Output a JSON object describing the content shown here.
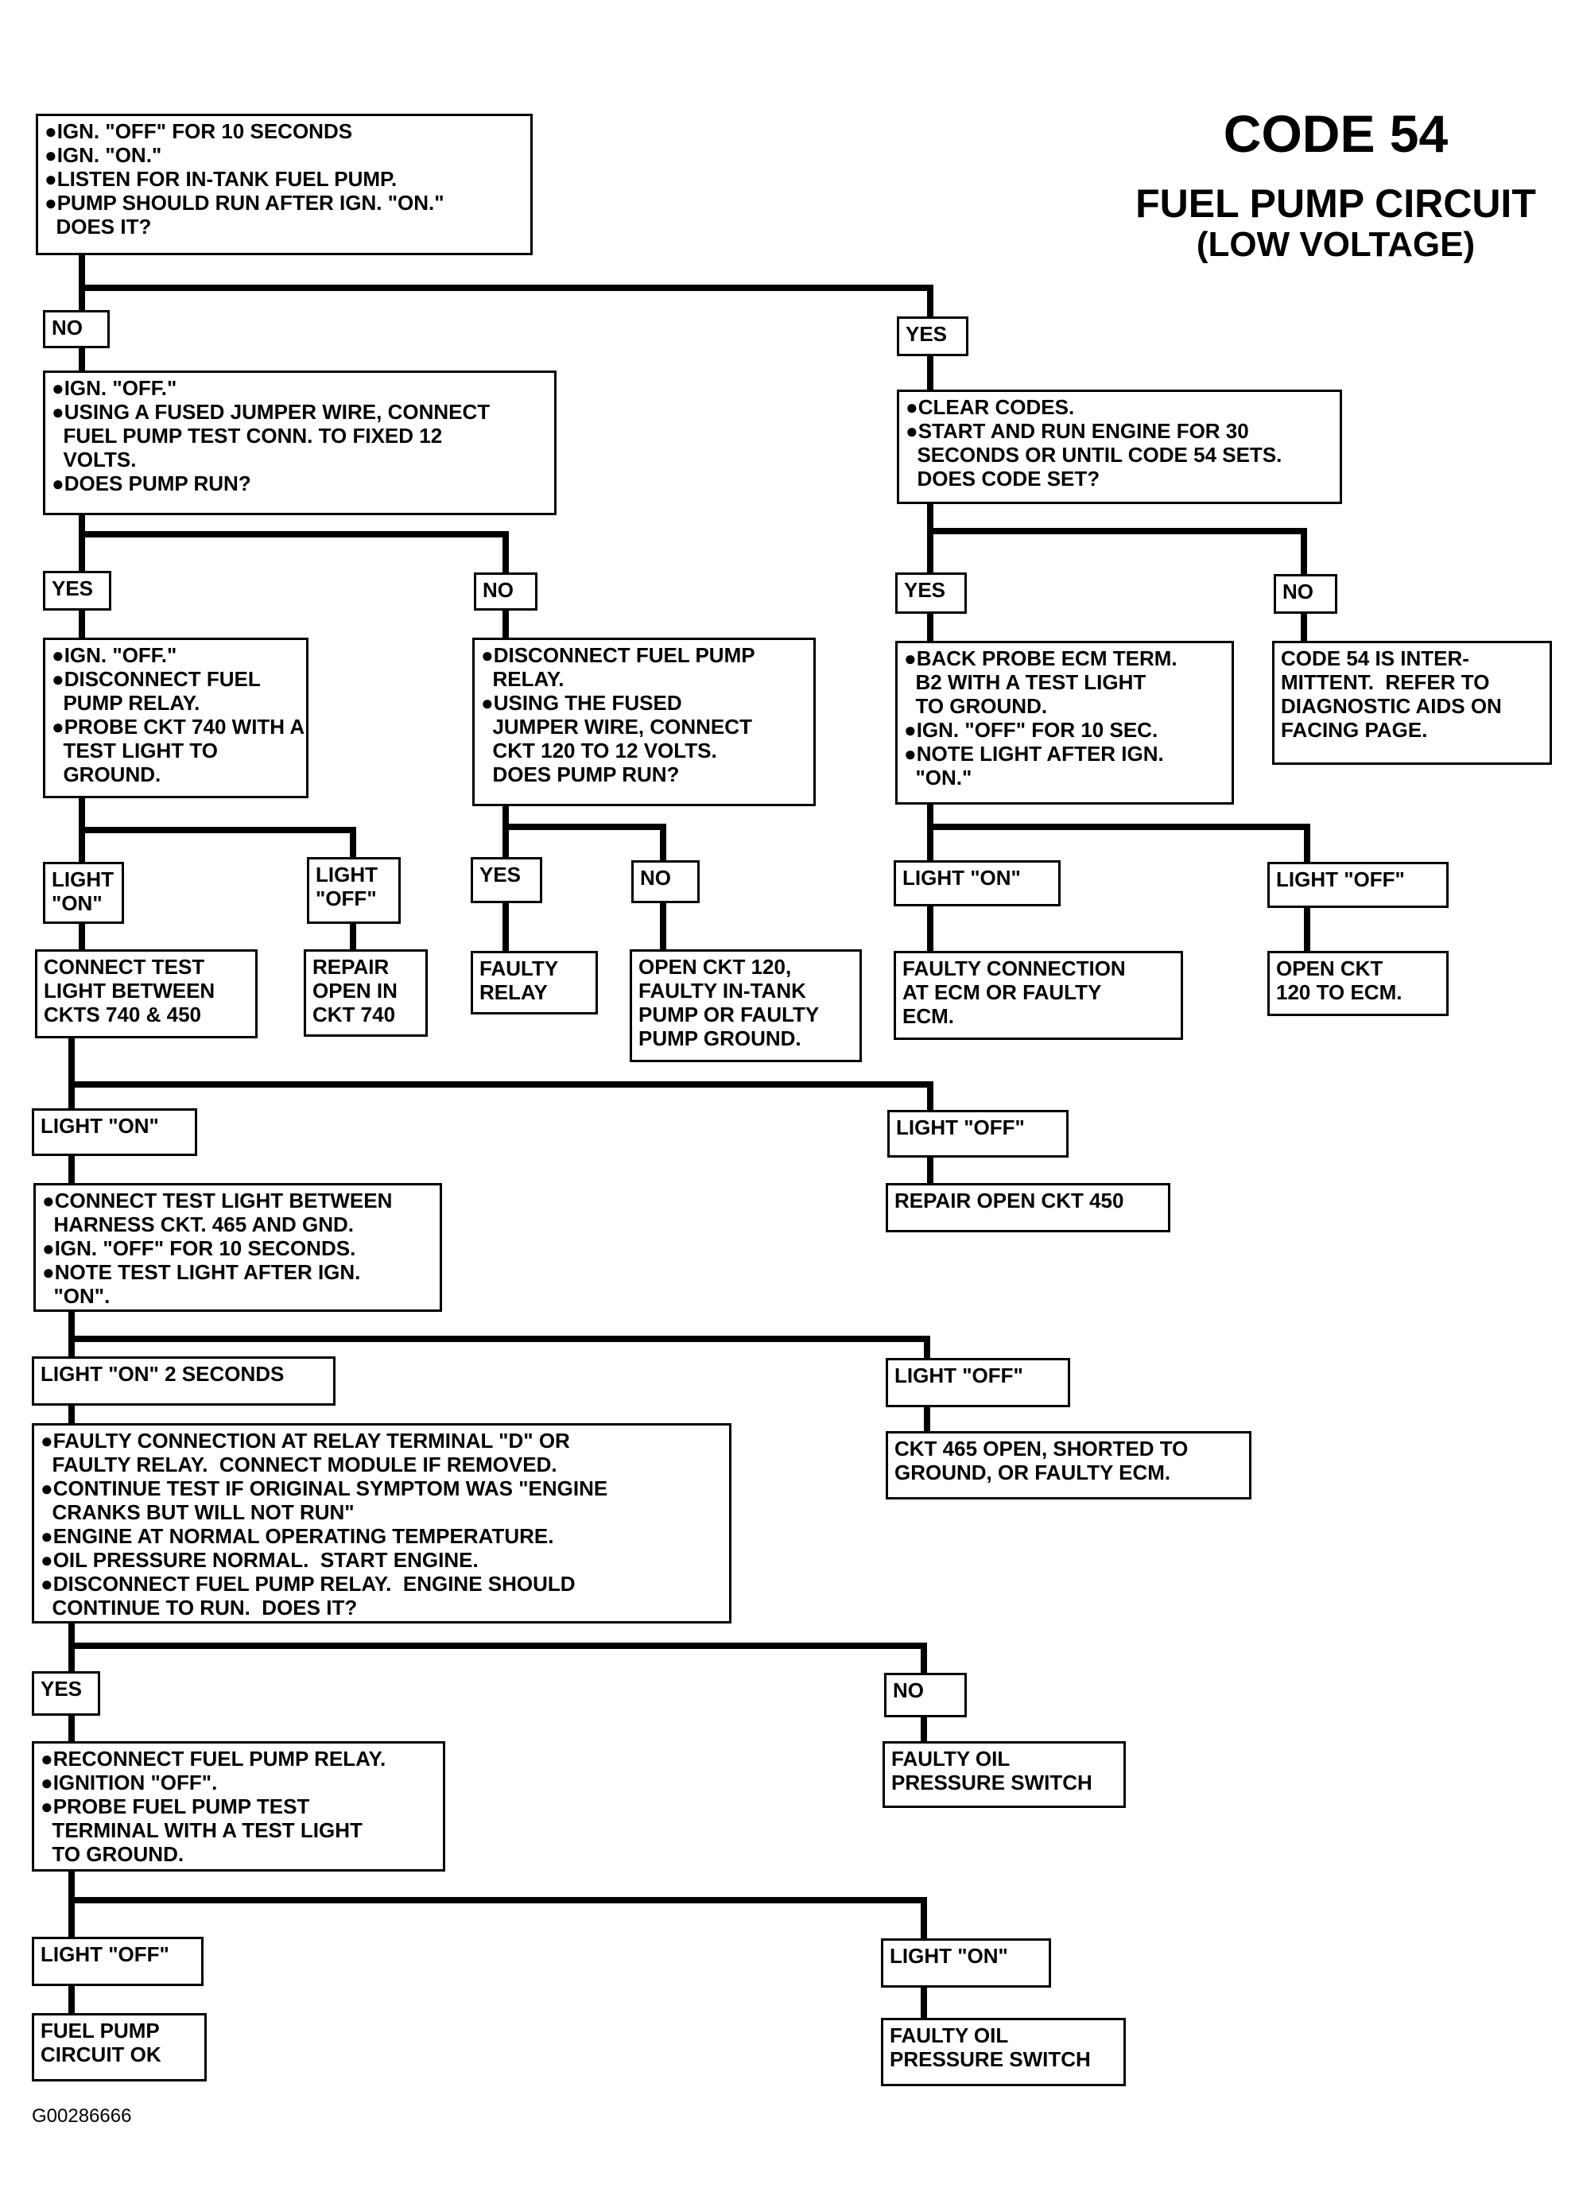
{
  "header": {
    "code": "CODE 54",
    "title_line1": "FUEL PUMP CIRCUIT",
    "title_line2": "(LOW VOLTAGE)"
  },
  "figure_id": "G00286666",
  "nodes": {
    "start": "●IGN. \"OFF\" FOR 10 SECONDS\n●IGN. \"ON.\"\n●LISTEN FOR IN-TANK FUEL PUMP.\n●PUMP SHOULD RUN AFTER IGN. \"ON.\"\n  DOES IT?",
    "no1": "NO",
    "yes1": "YES",
    "jumper_test": "●IGN. \"OFF.\"\n●USING A FUSED JUMPER WIRE, CONNECT\n  FUEL PUMP TEST CONN. TO FIXED 12\n  VOLTS.\n●DOES PUMP RUN?",
    "clear_codes": "●CLEAR CODES.\n●START AND RUN ENGINE FOR 30\n  SECONDS OR UNTIL CODE 54 SETS.\n  DOES CODE SET?",
    "yes2": "YES",
    "no2": "NO",
    "yes3": "YES",
    "no3": "NO",
    "probe_740": "●IGN. \"OFF.\"\n●DISCONNECT FUEL\n  PUMP RELAY.\n●PROBE CKT 740 WITH A\n  TEST LIGHT TO\n  GROUND.",
    "relay_test": "●DISCONNECT FUEL PUMP\n  RELAY.\n●USING THE FUSED\n  JUMPER WIRE, CONNECT\n  CKT 120 TO 12 VOLTS.\n  DOES PUMP RUN?",
    "back_probe": "●BACK PROBE ECM TERM.\n  B2 WITH A TEST LIGHT\n  TO GROUND.\n●IGN. \"OFF\" FOR 10 SEC.\n●NOTE LIGHT AFTER IGN.\n  \"ON.\"",
    "intermittent": "CODE 54 IS INTER-\nMITTENT.  REFER TO\nDIAGNOSTIC AIDS ON\nFACING PAGE.",
    "light_on_a": "LIGHT\n\"ON\"",
    "light_off_a": "LIGHT\n\"OFF\"",
    "yes4": "YES",
    "no4": "NO",
    "light_on_b": "LIGHT \"ON\"",
    "light_off_b": "LIGHT \"OFF\"",
    "connect_740_450": "CONNECT TEST\nLIGHT BETWEEN\nCKTS 740 & 450",
    "repair_740": "REPAIR\nOPEN IN\nCKT 740",
    "faulty_relay": "FAULTY\nRELAY",
    "open_120": "OPEN CKT 120,\nFAULTY IN-TANK\nPUMP OR FAULTY\nPUMP GROUND.",
    "faulty_ecm_conn": "FAULTY CONNECTION\nAT ECM OR FAULTY\nECM.",
    "open_120_ecm": "OPEN CKT\n120 TO ECM.",
    "light_on_c": "LIGHT \"ON\"",
    "light_off_c": "LIGHT \"OFF\"",
    "harness_465": "●CONNECT TEST LIGHT BETWEEN\n  HARNESS CKT. 465 AND GND.\n●IGN. \"OFF\" FOR 10 SECONDS.\n●NOTE TEST LIGHT AFTER IGN.\n  \"ON\".",
    "repair_450": "REPAIR OPEN CKT 450",
    "light_on_2s": "LIGHT \"ON\" 2 SECONDS",
    "light_off_d": "LIGHT \"OFF\"",
    "relay_terminal_d": "●FAULTY CONNECTION AT RELAY TERMINAL \"D\" OR\n  FAULTY RELAY.  CONNECT MODULE IF REMOVED.\n●CONTINUE TEST IF ORIGINAL SYMPTOM WAS \"ENGINE\n  CRANKS BUT WILL NOT RUN\"\n●ENGINE AT NORMAL OPERATING TEMPERATURE.\n●OIL PRESSURE NORMAL.  START ENGINE.\n●DISCONNECT FUEL PUMP RELAY.  ENGINE SHOULD\n  CONTINUE TO RUN.  DOES IT?",
    "ckt465_open": "CKT 465 OPEN, SHORTED TO\nGROUND, OR FAULTY ECM.",
    "yes5": "YES",
    "no5": "NO",
    "reconnect_relay": "●RECONNECT FUEL PUMP RELAY.\n●IGNITION \"OFF\".\n●PROBE FUEL PUMP TEST\n  TERMINAL WITH A TEST LIGHT\n  TO GROUND.",
    "oil_switch_1": "FAULTY OIL\nPRESSURE SWITCH",
    "light_off_e": "LIGHT \"OFF\"",
    "light_on_e": "LIGHT \"ON\"",
    "circuit_ok": "FUEL PUMP\nCIRCUIT OK",
    "oil_switch_2": "FAULTY OIL\nPRESSURE SWITCH"
  }
}
